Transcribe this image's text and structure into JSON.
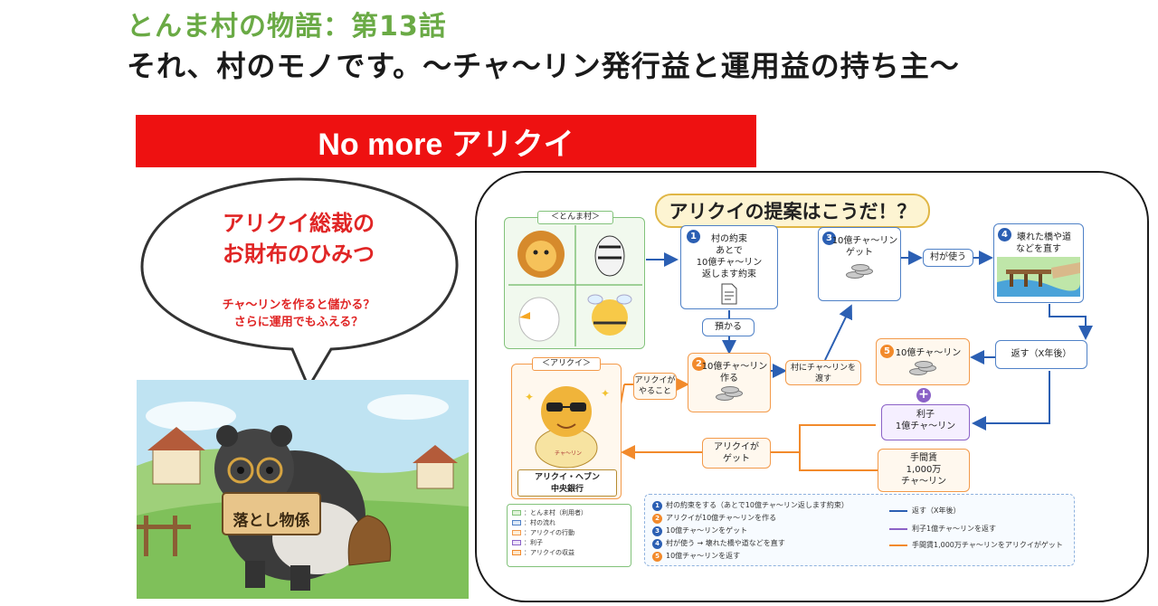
{
  "header": {
    "series": "とんま村の物語：第13話",
    "title": "それ、村のモノです。〜チャ〜リン発行益と運用益の持ち主〜"
  },
  "banner": "No more アリクイ",
  "bubble": {
    "headline1": "アリクイ総裁の",
    "headline2": "お財布のひみつ",
    "sub1": "チャ〜リンを作ると儲かる？",
    "sub2": "さらに運用でもふえる？"
  },
  "sign": "落とし物係",
  "diagram": {
    "title": "アリクイの提案はこうだ！？",
    "village_label": "＜とんま村＞",
    "arikui_label": "＜アリクイ＞",
    "bank_name1": "アリクイ・ヘブン",
    "bank_name2": "中央銀行",
    "jar_label": "チャ〜リン",
    "step1": {
      "num": "1",
      "l1": "村の約束",
      "l2": "あとで",
      "l3": "10億チャ〜リン",
      "l4": "返します約束"
    },
    "deposit": "預かる",
    "step2": {
      "num": "2",
      "l1": "10億チャ〜リン",
      "l2": "作る"
    },
    "arikui_does1": "アリクイが",
    "arikui_does2": "やること",
    "lend1": "村にチャ〜リンを",
    "lend2": "渡す",
    "step3": {
      "num": "3",
      "l1": "10億チャ〜リン",
      "l2": "ゲット"
    },
    "village_uses": "村が使う",
    "step4": {
      "num": "4",
      "l1": "壊れた橋や道",
      "l2": "などを直す"
    },
    "repay": "返す（X年後）",
    "step5": {
      "num": "5",
      "l1": "10億チャ〜リン"
    },
    "plus": "+",
    "interest1": "利子",
    "interest2": "1億チャ〜リン",
    "fee1": "手間賃",
    "fee2": "1,000万",
    "fee3": "チャ〜リン",
    "arikui_gets1": "アリクイが",
    "arikui_gets2": "ゲット"
  },
  "legend": [
    {
      "text": "：とんま村（利用者）",
      "color": "#e2f3da"
    },
    {
      "text": "：村の流れ",
      "color": "#dde9f7"
    },
    {
      "text": "：アリクイの行動",
      "color": "#fdf0dc"
    },
    {
      "text": "：利子",
      "color": "#ece2fa"
    },
    {
      "text": "：アリクイの収益",
      "color": "#fde7cc"
    }
  ],
  "key_steps": [
    {
      "num": "1",
      "text": "村の約束をする（あとで10億チャ〜リン返します約束）"
    },
    {
      "num": "2",
      "text": "アリクイが10億チャ〜リンを作る"
    },
    {
      "num": "3",
      "text": "10億チャ〜リンをゲット"
    },
    {
      "num": "4",
      "text": "村が使う → 壊れた橋や道などを直す"
    },
    {
      "num": "5",
      "text": "10億チャ〜リンを返す"
    }
  ],
  "key_lines": [
    {
      "text": "返す（X年後）",
      "color": "#2b5fb3"
    },
    {
      "text": "利子1億チャ〜リンを返す",
      "color": "#8b62c7"
    },
    {
      "text": "手間賃1,000万チャ〜リンをアリクイがゲット",
      "color": "#f28a2b"
    }
  ],
  "colors": {
    "series": "#6aaa45",
    "banner": "#ee1111",
    "bubble_text": "#e02525",
    "flow_blue": "#2b5fb3",
    "flow_orange": "#f28a2b",
    "flow_purple": "#8b62c7"
  }
}
